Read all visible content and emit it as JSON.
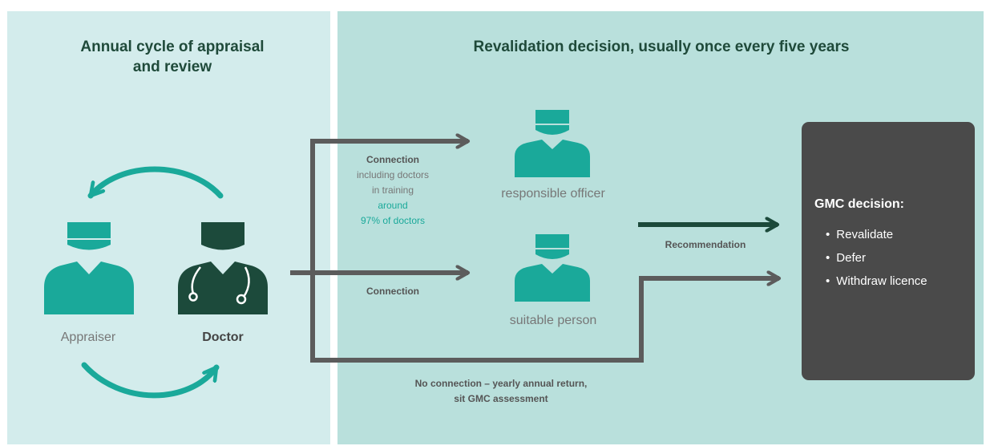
{
  "headings": {
    "left": [
      "Annual cycle of appraisal",
      "and review"
    ],
    "right": "Revalidation decision, usually once every five years"
  },
  "people": {
    "appraiser": "Appraiser",
    "doctor": "Doctor",
    "responsible_officer": "responsible officer",
    "suitable_person": "suitable person"
  },
  "connections": {
    "top": {
      "label": "Connection",
      "lines": [
        "including doctors",
        "in training"
      ],
      "highlight_lines": [
        "around",
        "97% of doctors"
      ]
    },
    "middle": {
      "label": "Connection"
    },
    "bottom": {
      "lines": [
        "No connection – yearly annual return,",
        "sit GMC assessment"
      ]
    }
  },
  "recommendation": "Recommendation",
  "gmc": {
    "title": "GMC decision:",
    "options": [
      "Revalidate",
      "Defer",
      "Withdraw licence"
    ]
  },
  "colors": {
    "left_panel": "#d3ecec",
    "right_panel": "#b9e0dc",
    "teal": "#1aa99a",
    "dark_green": "#1c4a3b",
    "connector_grey": "#5c5c5c",
    "gmc_box": "#4a4a4a",
    "heading_text": "#1f4a3a"
  }
}
